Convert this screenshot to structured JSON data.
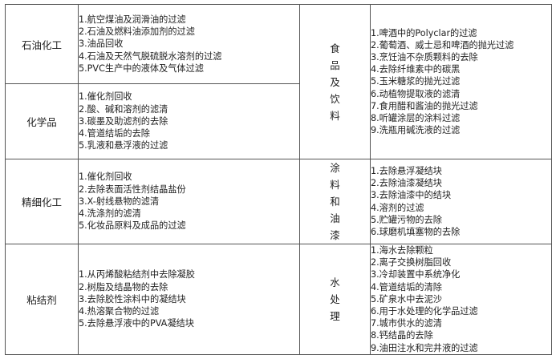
{
  "left": [
    {
      "category": "石油化工",
      "items": [
        "1.航空煤油及润滑油的过滤",
        "2.石油及燃料油添加剂的过滤",
        "3.油品回收",
        "4.石油及天然气脱硫脱水溶剂的过滤",
        "5.PVC生产中的液体及气体过滤"
      ]
    },
    {
      "category": "化学品",
      "items": [
        "1.催化剂回收",
        "2.酸、碱和溶剂的滤清",
        "3.碳墨及助滤剂的去除",
        "4.管道结垢的去除",
        "5.乳液和悬浮液的过滤"
      ]
    },
    {
      "category": "精细化工",
      "items": [
        "1.催化剂回收",
        "2.去除表面活性剂结晶盐份",
        "3.X-射线悬物的滤清",
        "4.洗涤剂的滤清",
        "5.化妆品原料及成品的过滤"
      ]
    },
    {
      "category": "粘结剂",
      "items": [
        "1.从丙烯酸粘结剂中去除凝胶",
        "2.树脂及结晶物的去除",
        "3.去除胶性涂料中的凝结块",
        "4.热溶聚合物的过滤",
        "5.去除悬浮液中的PVA凝结块"
      ]
    }
  ],
  "right": [
    {
      "category_chars": [
        "食",
        "品",
        "及",
        "饮",
        "料"
      ],
      "items": [
        "1.啤酒中的Polyclar的过滤",
        "2.葡萄酒、威士忌和啤酒的抛光过滤",
        "3.烹饪油不杂质颗料的去除",
        "4.去除纤维素中的碳黑",
        "5.玉米糖浆的抛光过滤",
        "6.动植物提取液的滤清",
        "7.食用醋和酱油的抛光过滤",
        "8.听罐涂层的涂料过滤",
        "9.洗瓶用碱洗液的过滤"
      ]
    },
    {
      "category_chars": [
        "涂",
        "料",
        "和",
        "油",
        "漆"
      ],
      "items": [
        "1.去除悬浮凝结块",
        "2.去除油漆凝结块",
        "3.去除油漆中的结块",
        "4.溶剂的过滤",
        "5.贮罐污物的去除",
        "6.球磨机填塞物的去除"
      ]
    },
    {
      "category_chars": [
        "水",
        "处",
        "理"
      ],
      "items": [
        "1.海水去除颗粒",
        "2.离子交换树脂回收",
        "3.冷却装置中系统净化",
        "4.管道结垢的清除",
        "5.矿泉水中去泥沙",
        "6.用于水处理的化学品过滤",
        "7.城市供水的滤清",
        "8.钙结晶的去除",
        "9.油田注水和完井液的过滤"
      ]
    }
  ]
}
